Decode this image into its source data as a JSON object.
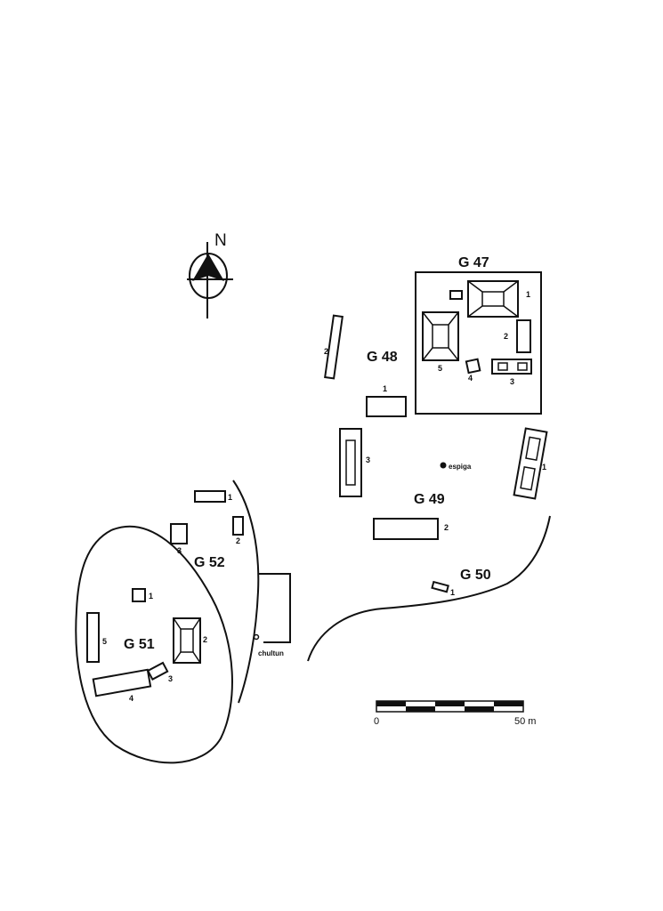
{
  "north_label": "N",
  "groups": {
    "g47": "G 47",
    "g48": "G 48",
    "g49": "G 49",
    "g50": "G 50",
    "g51": "G 51",
    "g52": "G 52"
  },
  "structure_numbers": {
    "g47_s1": "1",
    "g47_s2": "2",
    "g47_s3": "3",
    "g47_s4": "4",
    "g47_s5": "5",
    "g48_s1": "1",
    "g48_s2": "2",
    "g48_s3": "3",
    "g49_s1": "1",
    "g49_s2": "2",
    "g50_s1": "1",
    "g51_s1": "1",
    "g51_s2": "2",
    "g51_s3": "3",
    "g51_s4": "4",
    "g51_s5": "5",
    "g52_s1": "1",
    "g52_s2": "2",
    "g52_s3": "3"
  },
  "features": {
    "espiga": "espiga",
    "chultun": "chultun"
  },
  "scale": {
    "start": "0",
    "end": "50 m",
    "segments": 5
  }
}
